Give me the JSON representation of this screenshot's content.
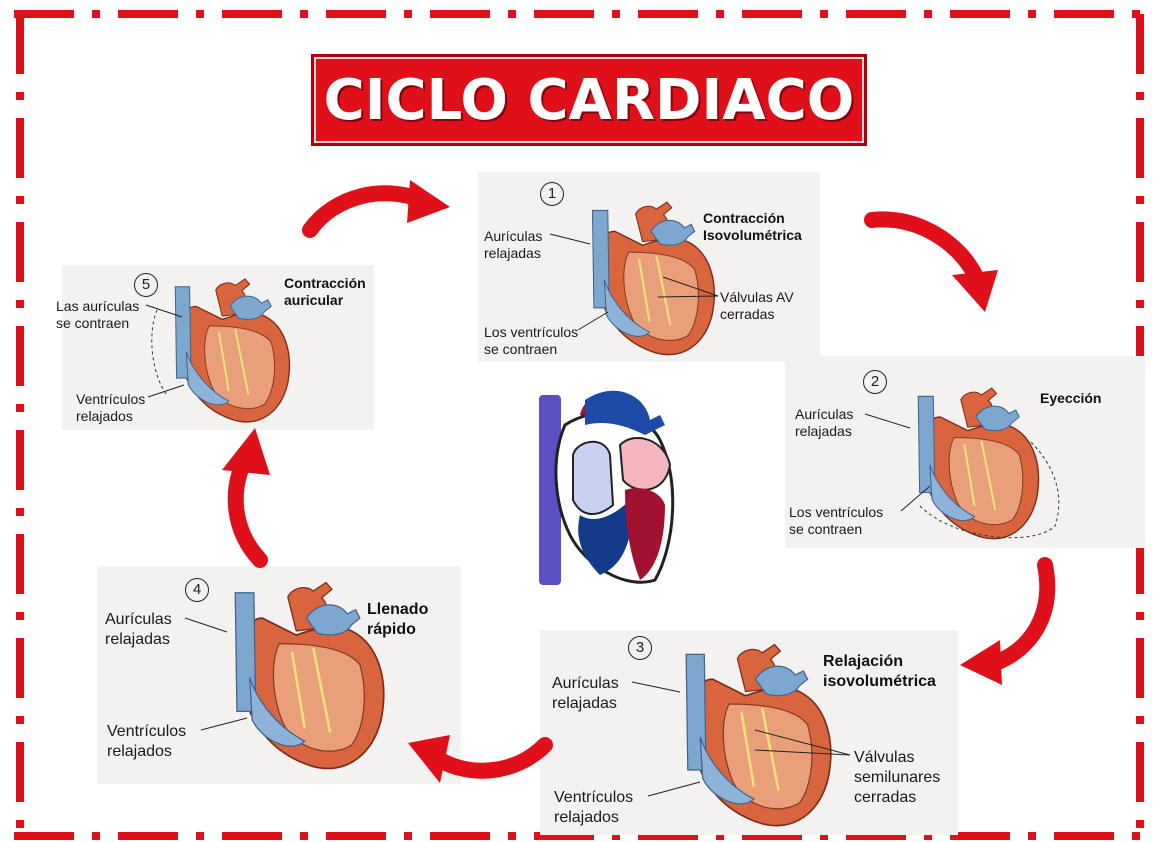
{
  "title": "CICLO CARDIACO",
  "colors": {
    "accent_red": "#e0101a",
    "panel_bg": "#f4f2f0",
    "vein_blue": "#7ea7cf",
    "muscle_red": "#d9653f"
  },
  "steps": [
    {
      "number": "1",
      "phase": "Contracción\nIsovolumétrica",
      "labels": [
        "Aurículas\nrelajadas",
        "Válvulas AV\ncerradas",
        "Los ventrículos\nse contraen"
      ]
    },
    {
      "number": "2",
      "phase": "Eyección",
      "labels": [
        "Aurículas\nrelajadas",
        "Los ventrículos\nse contraen"
      ]
    },
    {
      "number": "3",
      "phase": "Relajación\nisovolumétrica",
      "labels": [
        "Aurículas\nrelajadas",
        "Válvulas\nsemilunares\ncerradas",
        "Ventrículos\nrelajados"
      ]
    },
    {
      "number": "4",
      "phase": "Llenado\nrápido",
      "labels": [
        "Aurículas\nrelajadas",
        "Ventrículos\nrelajados"
      ]
    },
    {
      "number": "5",
      "phase": "Contracción\nauricular",
      "labels": [
        "Las aurículas\nse contraen",
        "Ventrículos\nrelajados"
      ]
    }
  ]
}
